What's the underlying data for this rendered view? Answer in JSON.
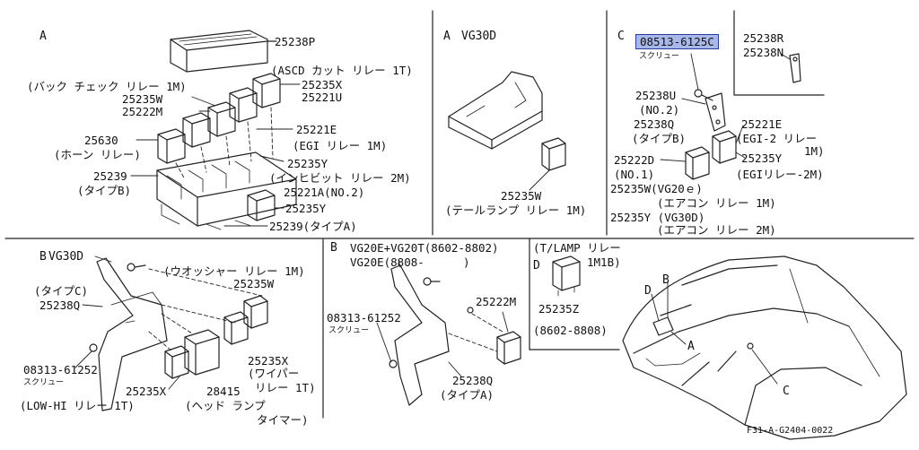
{
  "panels": {
    "a_left": {
      "id": "A",
      "labels": {
        "p25238P": "25238P",
        "ascd": "(ASCD カット リレー 1T)",
        "p25235X": "25235X",
        "p25221U": "25221U",
        "back_check": "(バック チェック リレー 1M)",
        "p25235W": "25235W",
        "p25222M": "25222M",
        "p25221E": "25221E",
        "egi": "(EGI リレー 1M)",
        "p25630": "25630",
        "horn": "(ホーン リレー)",
        "p25235Y_a": "25235Y",
        "inhibit": "(インヒビット リレー 2M)",
        "p25239": "25239",
        "type_b": "(タイプB)",
        "p25221A": "25221A(NO.2)",
        "p25235Y_b": "25235Y",
        "p25239_a": "25239(タイプA)"
      }
    },
    "a_vg30d": {
      "id": "A",
      "engine": "VG30D",
      "p25235W": "25235W",
      "tail": "(テールランプ リレー 1M)"
    },
    "c": {
      "id": "C",
      "highlight": "08513-6125C",
      "screw": "スクリュー",
      "p25238R": "25238R",
      "p25238N": "25238N",
      "p25238U": "25238U",
      "no2": "(NO.2)",
      "p25238Q": "25238Q",
      "type_b": "(タイプB)",
      "p25221E": "25221E",
      "egi2": "(EGI-2 リレー",
      "one_m": "1M)",
      "p25235Y": "25235Y",
      "egi_relay": "(EGIリレー-2M)",
      "p25222D": "25222D",
      "no1": "(NO.1)",
      "p25235W_vg20": "25235W(VG20ｅ)",
      "aircon1": "(エアコン リレー 1M)",
      "p25235Y_vg30": "25235Y (VG30D)",
      "aircon2": "(エアコン リレー 2M)",
      "heading_color": "#a9b8ea"
    },
    "b_vg30d": {
      "id": "B",
      "engine": "VG30D",
      "washer": "(ウオッシャー リレー 1M)",
      "type_c": "(タイプC)",
      "p25238Q": "25238Q",
      "p25235W": "25235W",
      "screw_part": "08313-61252",
      "screw": "スクリュー",
      "p25235X_a": "25235X",
      "wiper": "(ワイパー",
      "wiper2": "リレー 1T)",
      "p25235X_b": "25235X",
      "p28415": "28415",
      "head_lamp": "(ヘッド ランプ",
      "timer": "タイマー)",
      "low_hi": "(LOW-HI リレー 1T)"
    },
    "b_vg20": {
      "id": "B",
      "line1": "VG20E+VG20T(8602-8802)",
      "line2": "VG20E(8808-",
      "line2_end": ")",
      "screw_part": "08313-61252",
      "screw": "スクリュー",
      "p25222M": "25222M",
      "p25238Q": "25238Q",
      "type_a": "(タイプA)"
    },
    "d": {
      "id": "D",
      "tlamp": "(T/LAMP リレー",
      "tlamp2": "1M1B)",
      "p25235Z": "25235Z",
      "range": "(8602-8808)"
    },
    "car": {
      "d": "D",
      "b": "B",
      "a": "A",
      "c": "C"
    },
    "figure_code": "F31-A-G2404-0022"
  }
}
